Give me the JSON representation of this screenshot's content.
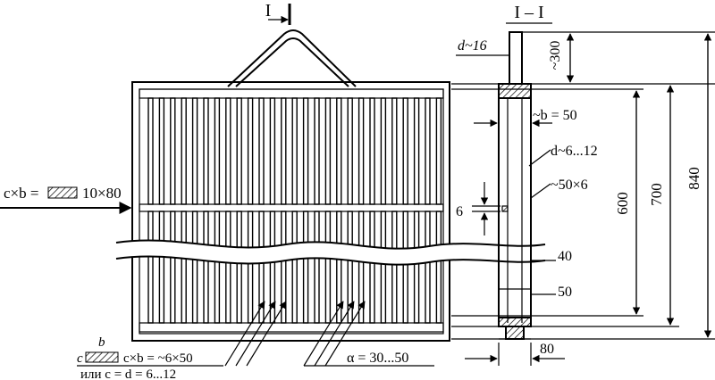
{
  "section_mark": "I",
  "section_title": "I – I",
  "labels": {
    "cxb_prefix": "c×b =",
    "cxb_value": "10×80",
    "rod_d16": "d~16",
    "approx_300": "~300",
    "b50": "~b = 50",
    "d6_12": "d~6...12",
    "s50x6": "~50×6",
    "six": "6",
    "forty": "40",
    "fifty": "50",
    "eighty": "80",
    "dim600": "600",
    "dim700": "700",
    "dim840": "840",
    "legend_b": "b",
    "legend_c": "c",
    "legend_cxb": "c×b = ~6×50",
    "legend_alt": "или c = d = 6...12",
    "alpha": "α = 30...50"
  },
  "colors": {
    "ink": "#000000",
    "paper": "#ffffff",
    "hatch": "#000000"
  }
}
